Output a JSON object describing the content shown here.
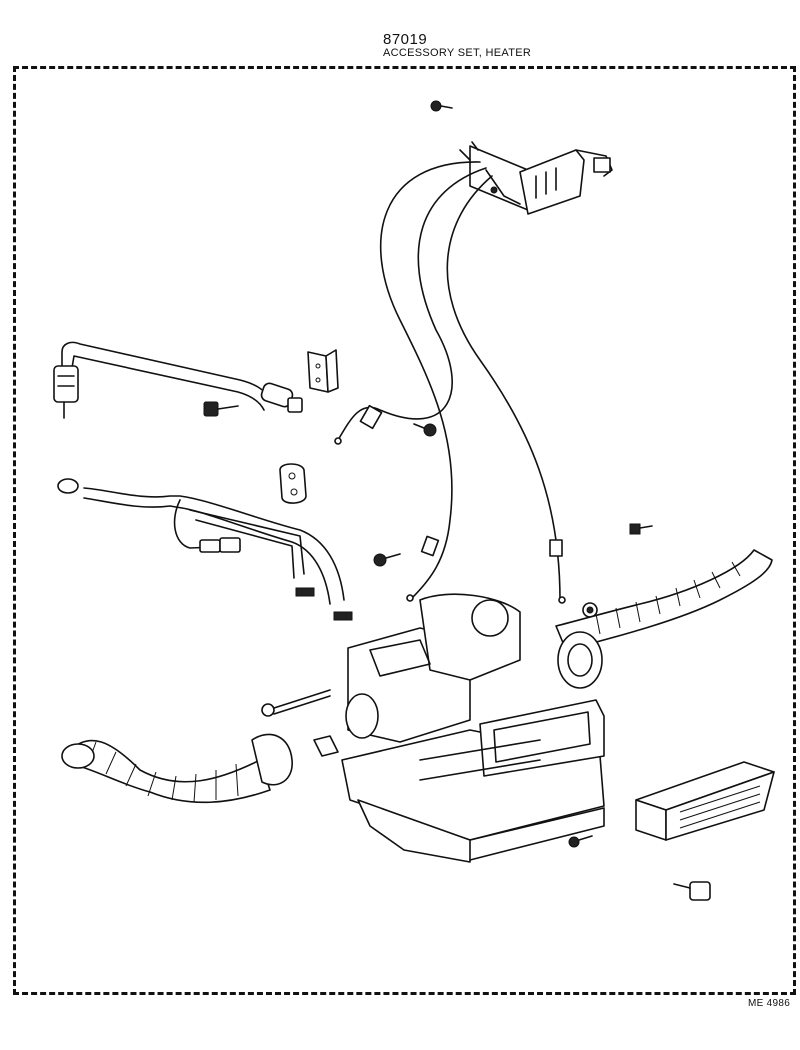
{
  "header": {
    "part_number": "87019",
    "title": "ACCESSORY SET, HEATER"
  },
  "footer": {
    "reference_code": "ME 4986"
  }
}
